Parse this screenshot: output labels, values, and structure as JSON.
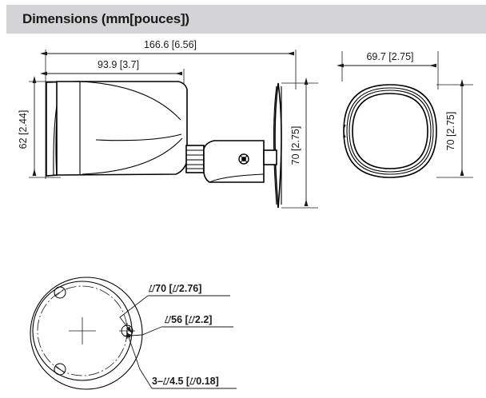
{
  "header": {
    "title": "Dimensions (mm[pouces])",
    "bar_color": "#d4d4d6",
    "text_color": "#1a1a1a"
  },
  "views": {
    "side": {
      "name": "side-view",
      "dimensions": {
        "overall_length": "166.6 [6.56]",
        "camera_length": "93.9 [3.7]",
        "camera_height": "62 [2.44]",
        "mount_height": "70 [2.75]"
      }
    },
    "front": {
      "name": "front-view",
      "dimensions": {
        "width": "69.7 [2.75]",
        "height": "70 [2.75]"
      }
    },
    "bottom": {
      "name": "bottom-mount-view",
      "dimensions": {
        "outer_diameter": "⌰70 [⌰2.76]",
        "bolt_circle_diameter": "⌰56 [⌰2.2]",
        "hole_callout": "3–⌰4.5 [⌰0.18]"
      }
    }
  },
  "drawing": {
    "line_color": "#000000",
    "dimension_color": "#1a1a1a",
    "background": "#ffffff"
  }
}
